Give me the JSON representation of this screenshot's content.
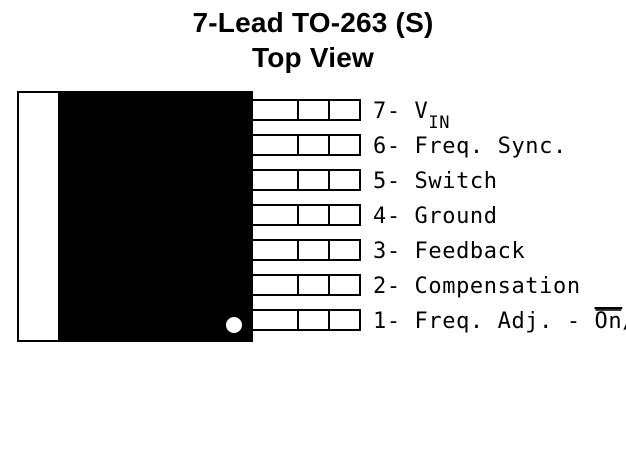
{
  "title": {
    "line1": "7-Lead TO-263 (S)",
    "line2": "Top View"
  },
  "pins": [
    {
      "number": "7",
      "name": "V",
      "subscript": "IN",
      "overbar": "",
      "suffix": ""
    },
    {
      "number": "6",
      "name": "Freq. Sync.",
      "subscript": "",
      "overbar": "",
      "suffix": ""
    },
    {
      "number": "5",
      "name": "Switch",
      "subscript": "",
      "overbar": "",
      "suffix": ""
    },
    {
      "number": "4",
      "name": "Ground",
      "subscript": "",
      "overbar": "",
      "suffix": ""
    },
    {
      "number": "3",
      "name": "Feedback",
      "subscript": "",
      "overbar": "",
      "suffix": ""
    },
    {
      "number": "2",
      "name": "Compensation",
      "subscript": "",
      "overbar": "",
      "suffix": ""
    },
    {
      "number": "1",
      "name": "Freq. Adj. - ",
      "subscript": "",
      "overbar": "On",
      "suffix": "/Off"
    }
  ],
  "colors": {
    "package_body": "#000000",
    "tab": "#ffffff",
    "outline": "#000000",
    "pin1_marker": "#ffffff"
  }
}
